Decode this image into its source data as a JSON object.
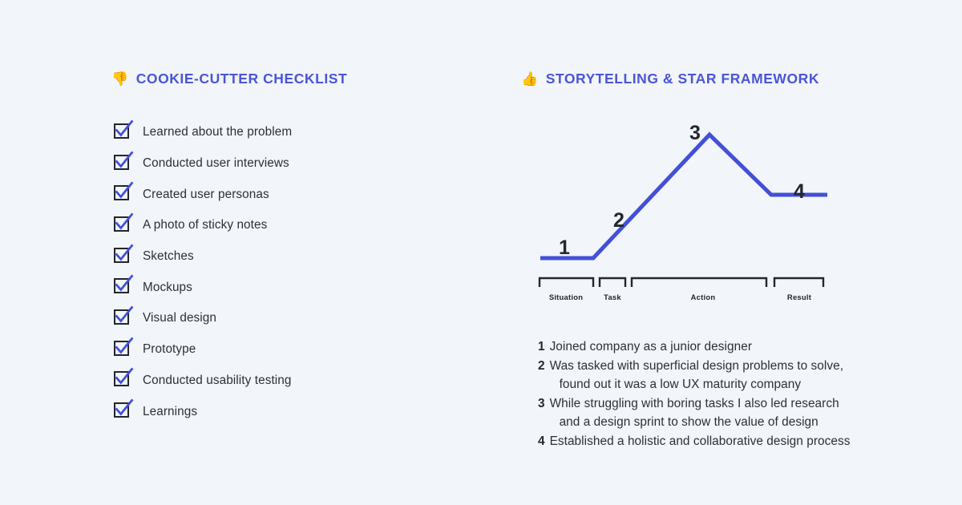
{
  "canvas": {
    "background_color": "#f2f5f9",
    "accent_color": "#4250d8",
    "heading_color": "#4a55d6",
    "text_color": "#23272e"
  },
  "left_column": {
    "heading": {
      "emoji": "👎",
      "emoji_name": "thumbs-down-emoji",
      "text": "COOKIE-CUTTER CHECKLIST"
    },
    "items": [
      {
        "label": "Learned about the problem",
        "checked": true
      },
      {
        "label": "Conducted user interviews",
        "checked": true
      },
      {
        "label": "Created user personas",
        "checked": true
      },
      {
        "label": "A photo of sticky notes",
        "checked": true
      },
      {
        "label": "Sketches",
        "checked": true
      },
      {
        "label": "Mockups",
        "checked": true
      },
      {
        "label": "Visual design",
        "checked": true
      },
      {
        "label": "Prototype",
        "checked": true
      },
      {
        "label": "Conducted usability testing",
        "checked": true
      },
      {
        "label": "Learnings",
        "checked": true
      }
    ]
  },
  "right_column": {
    "heading": {
      "emoji": "👍",
      "emoji_name": "thumbs-up-emoji",
      "text": "STORYTELLING & STAR FRAMEWORK"
    },
    "story_items": [
      {
        "number": "1",
        "text": "Joined company as a junior designer",
        "continuation": ""
      },
      {
        "number": "2",
        "text": "Was tasked with superficial design  problems to solve,",
        "continuation": "found out it was a low UX maturity company"
      },
      {
        "number": "3",
        "text": "While struggling with boring tasks I also led research",
        "continuation": "and a design sprint to show the value of design"
      },
      {
        "number": "4",
        "text": "Established a holistic and collaborative design process",
        "continuation": ""
      }
    ]
  },
  "chart_data": {
    "type": "line",
    "title": "STORYTELLING & STAR FRAMEWORK",
    "xlabel": "",
    "ylabel": "",
    "line_color": "#4250d8",
    "grid": false,
    "legend": false,
    "x": [
      674,
      740,
      885,
      962,
      1032
    ],
    "y": [
      322,
      322,
      168,
      243,
      243
    ],
    "xlim": [
      650,
      1070
    ],
    "ylim": [
      130,
      390
    ],
    "point_labels": [
      {
        "label": "1",
        "x": 697,
        "y": 297
      },
      {
        "label": "2",
        "x": 765,
        "y": 263
      },
      {
        "label": "3",
        "x": 860,
        "y": 154
      },
      {
        "label": "4",
        "x": 990,
        "y": 227
      }
    ],
    "phases": [
      {
        "name": "Situation",
        "start": 673,
        "end": 740,
        "center": 706
      },
      {
        "name": "Task",
        "start": 748,
        "end": 780,
        "center": 764
      },
      {
        "name": "Action",
        "start": 788,
        "end": 956,
        "center": 877
      },
      {
        "name": "Result",
        "start": 966,
        "end": 1027,
        "center": 997
      }
    ]
  }
}
